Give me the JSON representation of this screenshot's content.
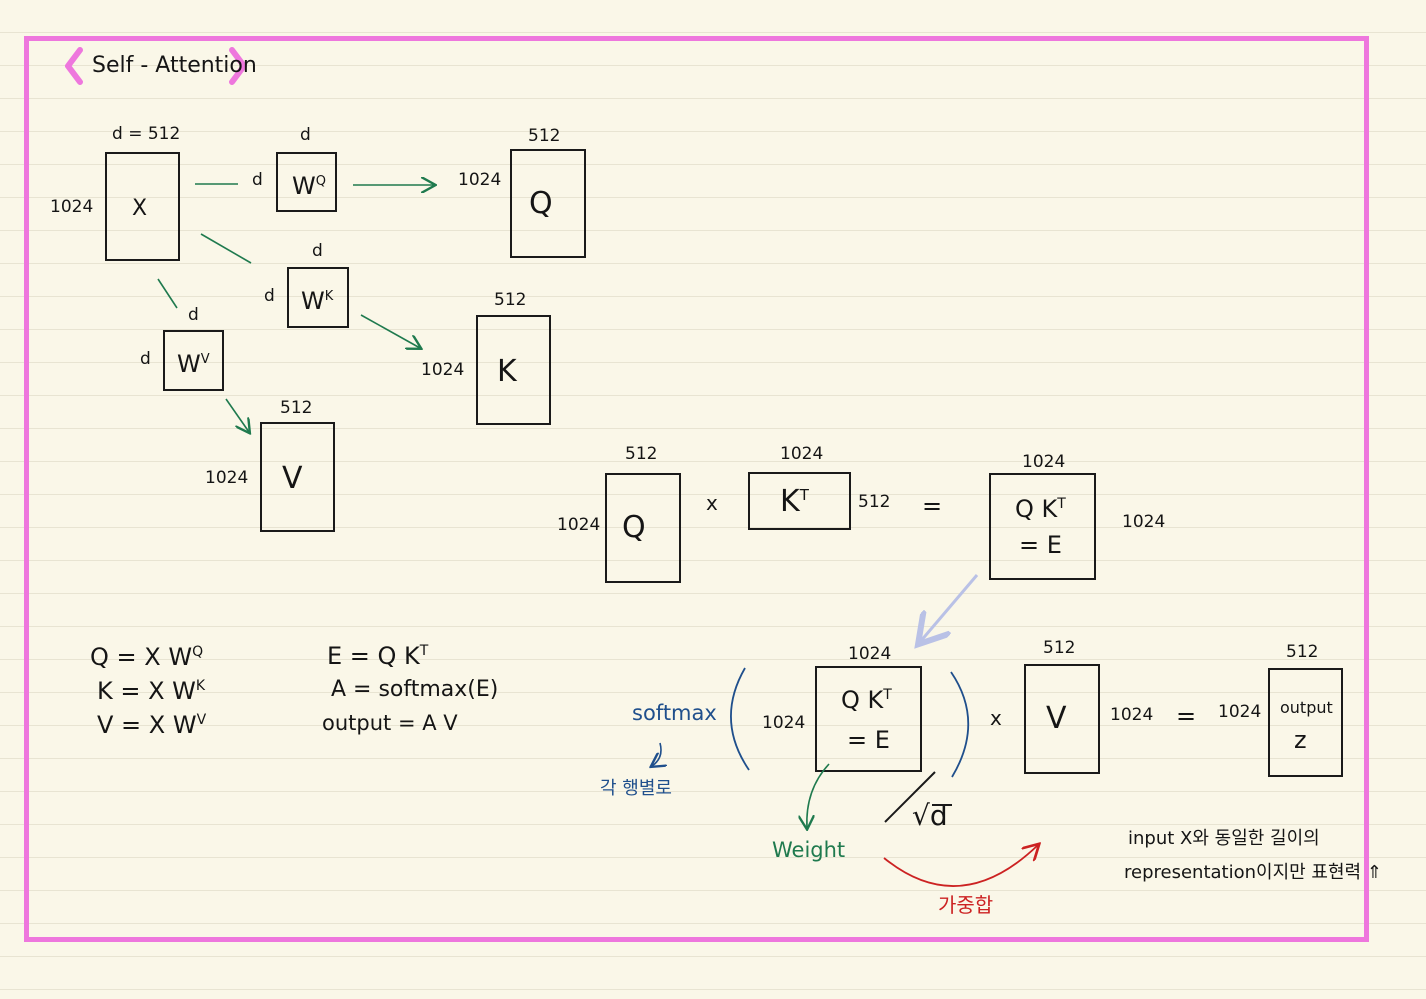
{
  "title": "Self - Attention",
  "proj": {
    "x_top": "d = 512",
    "x_side": "1024",
    "x_label": "X",
    "wq_top": "d",
    "wq_side": "d",
    "wq_label": "W",
    "wq_sup": "Q",
    "wk_top": "d",
    "wk_side": "d",
    "wk_label": "W",
    "wk_sup": "K",
    "wv_top": "d",
    "wv_side": "d",
    "wv_label": "W",
    "wv_sup": "V",
    "q_top": "512",
    "q_side": "1024",
    "q_label": "Q",
    "k_top": "512",
    "k_side": "1024",
    "k_label": "K",
    "v_top": "512",
    "v_side": "1024",
    "v_label": "V"
  },
  "mult1": {
    "q_top": "512",
    "q_side": "1024",
    "q_label": "Q",
    "times": "x",
    "kt_top": "1024",
    "kt_side": "512",
    "kt_label": "K",
    "kt_sup": "T",
    "equals": "=",
    "e_top": "1024",
    "e_side": "1024",
    "e_line1": "Q K",
    "e_sup": "T",
    "e_line2": "= E"
  },
  "formulas": {
    "q": "Q = X W",
    "q_sup": "Q",
    "k": "K = X W",
    "k_sup": "K",
    "v": "V = X W",
    "v_sup": "V",
    "e": "E = Q K",
    "e_sup": "T",
    "a": "A = softmax(E)",
    "out": "output = A V"
  },
  "mult2": {
    "softmax": "softmax",
    "row_note": "각 행별로",
    "e_top": "1024",
    "e_side": "1024",
    "e_line1": "Q K",
    "e_sup": "T",
    "e_line2": "= E",
    "sqrt_d": "√d",
    "weight": "Weight",
    "weighted_sum": "가중합",
    "times": "x",
    "v_top": "512",
    "v_side": "1024",
    "v_label": "V",
    "equals": "=",
    "z_top": "512",
    "z_side": "1024",
    "z_line1": "output",
    "z_line2": "z"
  },
  "note": {
    "line1": "input X와 동일한 길이의",
    "line2": "representation이지만 표현력 ⇑"
  },
  "colors": {
    "frame": "#ee77dd",
    "arrow_green": "#1f7a4e",
    "arrow_blue": "#b9c1e6",
    "bracket_blue": "#1f4f8c",
    "red": "#cc2222"
  }
}
